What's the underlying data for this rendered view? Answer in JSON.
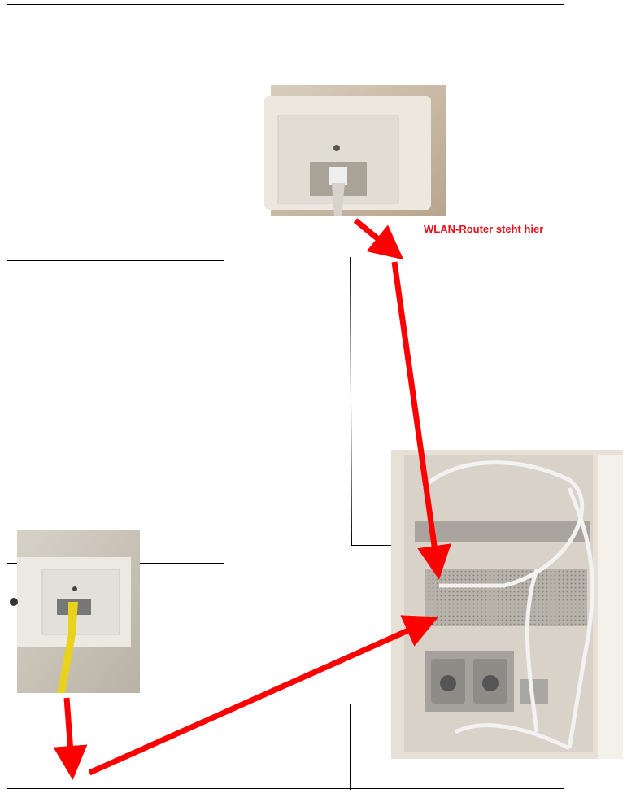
{
  "annotation": {
    "router_label": "WLAN-Router steht hier"
  },
  "colors": {
    "arrow": "#ff0000",
    "label": "#e8101a",
    "wall": "#000000"
  },
  "photos": [
    "wall-socket-top-photo",
    "yellow-cable-socket-photo",
    "distribution-cabinet-photo"
  ]
}
